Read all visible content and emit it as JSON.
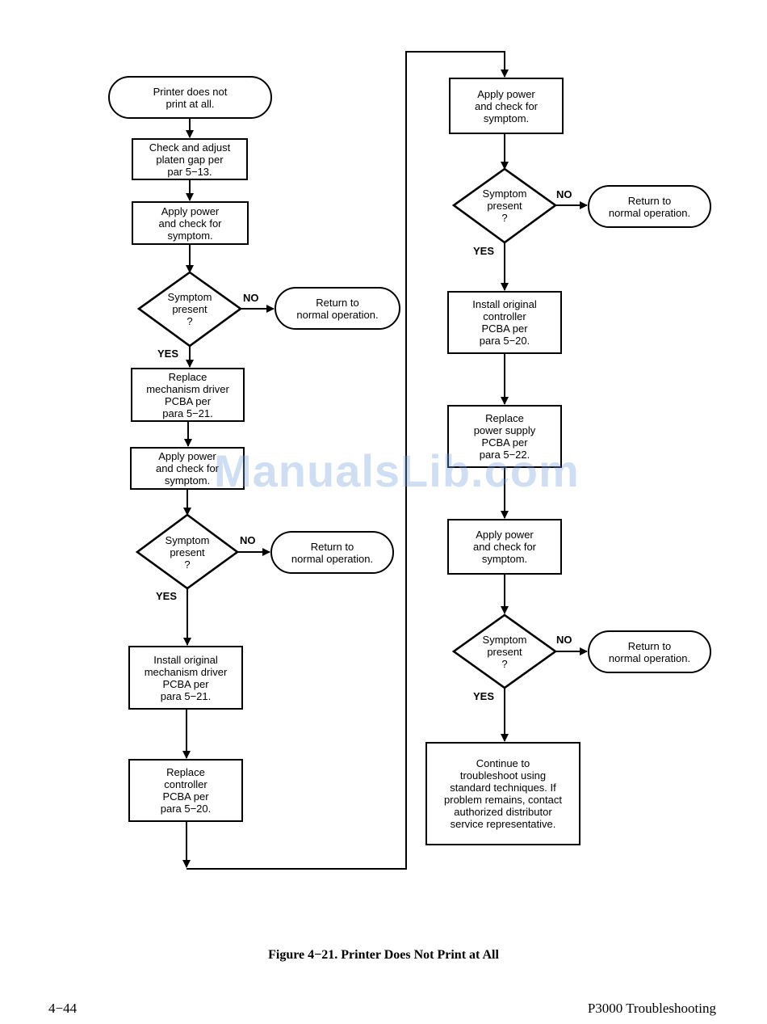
{
  "flowchart": {
    "start": "Printer does not\nprint at all.",
    "check_platen": "Check and adjust\nplaten gap per\npar 5−13.",
    "apply_power": "Apply power\nand check for\nsymptom.",
    "symptom_q": "Symptom\npresent\n?",
    "return_normal": "Return to\nnormal operation.",
    "replace_mech_driver": "Replace\nmechanism driver\nPCBA per\npara 5−21.",
    "install_orig_mech_driver": "Install original\nmechanism driver\nPCBA per\npara 5−21.",
    "replace_controller": "Replace\ncontroller\nPCBA per\npara 5−20.",
    "install_orig_controller": "Install original\ncontroller\nPCBA per\npara 5−20.",
    "replace_power_supply": "Replace\npower supply\nPCBA per\npara 5−22.",
    "continue": "Continue to\ntroubleshoot using\nstandard techniques. If\nproblem remains, contact\nauthorized distributor\nservice representative.",
    "yes": "YES",
    "no": "NO"
  },
  "caption": "Figure 4−21. Printer Does Not Print at All",
  "footer": {
    "page_number": "4−44",
    "title": "P3000 Troubleshooting"
  },
  "watermark": "ManualsLib.com"
}
